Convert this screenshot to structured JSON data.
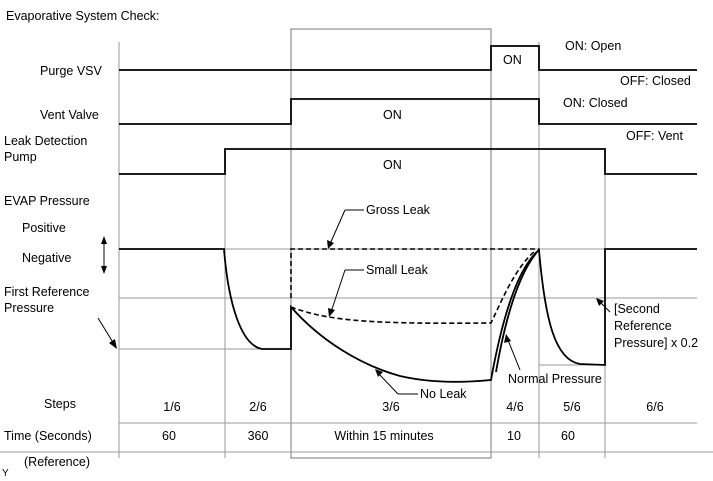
{
  "title": "Evaporative System Check:",
  "signals": {
    "purge_vsv": {
      "label": "Purge VSV",
      "on_label": "ON",
      "state_on": "ON: Open",
      "state_off": "OFF: Closed"
    },
    "vent_valve": {
      "label": "Vent Valve",
      "on_label": "ON",
      "state_on": "ON: Closed",
      "state_off": "OFF: Vent"
    },
    "leak_pump": {
      "label_line1": "Leak Detection",
      "label_line2": "Pump",
      "on_label": "ON"
    }
  },
  "pressure": {
    "label": "EVAP Pressure",
    "positive": "Positive",
    "negative": "Negative",
    "first_ref_line1": "First Reference",
    "first_ref_line2": "Pressure",
    "gross_leak": "Gross Leak",
    "small_leak": "Small Leak",
    "no_leak": "No Leak",
    "normal_pressure": "Normal Pressure",
    "second_ref_line1": "[Second",
    "second_ref_line2": "Reference",
    "second_ref_line3": "Pressure] x 0.2"
  },
  "table": {
    "steps_label": "Steps",
    "time_label": "Time (Seconds)",
    "reference_label": "(Reference)",
    "steps": [
      "1/6",
      "2/6",
      "3/6",
      "4/6",
      "5/6",
      "6/6"
    ],
    "times": [
      "60",
      "360",
      "Within 15 minutes",
      "10",
      "60",
      ""
    ]
  },
  "corner_mark": "Y"
}
